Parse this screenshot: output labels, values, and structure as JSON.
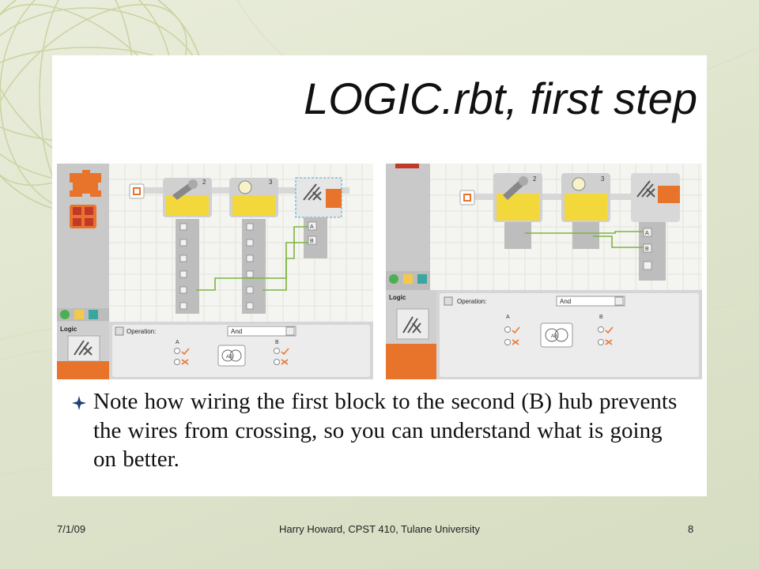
{
  "slide": {
    "title": "LOGIC.rbt, first step",
    "bullet": "Note how wiring the first block to the second (B) hub prevents the wires from crossing, so you can understand what is going on better.",
    "footer": {
      "date": "7/1/09",
      "center": "Harry Howard, CPST 410, Tulane University",
      "page": "8"
    }
  },
  "left_screenshot": {
    "block_numbers": [
      "2",
      "3"
    ],
    "panel_title": "Logic",
    "operation_label": "Operation:",
    "operation_value": "And",
    "input_a_label": "A",
    "input_b_label": "B",
    "venn_label": "AB",
    "hub_port_labels": [
      "A",
      "B"
    ]
  },
  "right_screenshot": {
    "block_numbers": [
      "2",
      "3"
    ],
    "panel_title": "Logic",
    "operation_label": "Operation:",
    "operation_value": "And",
    "input_a_label": "A",
    "input_b_label": "B",
    "venn_label": "AB",
    "hub_port_labels": [
      "A",
      "B"
    ]
  },
  "colors": {
    "accent_orange": "#e8742c",
    "block_yellow": "#f2d83a",
    "wire_green": "#7cb342",
    "panel_gray": "#cfcfcf"
  }
}
